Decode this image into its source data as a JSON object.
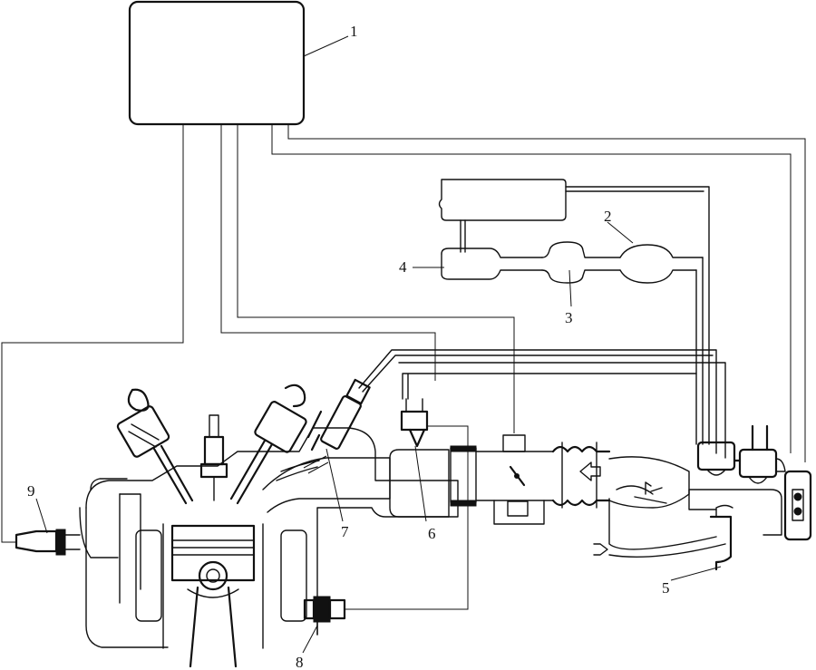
{
  "labels": {
    "ecu": "1",
    "fuel_filter": "2",
    "fuel_pump": "3",
    "fuel_tank_outlet": "4",
    "air_flow_sensor": "5",
    "throttle_position": "6",
    "injector": "7",
    "coolant_temp_sensor": "8",
    "oxygen_sensor": "9"
  }
}
